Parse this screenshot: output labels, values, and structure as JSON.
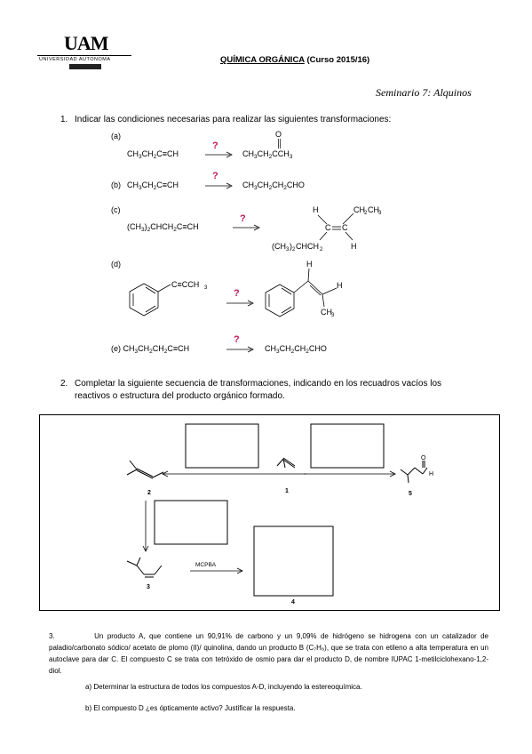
{
  "header": {
    "logo_text": "UAM",
    "logo_subtext": "UNIVERSIDAD AUTONOMA",
    "course_title": "QUÍMICA ORGÁNICA",
    "course_year": "(Curso 2015/16)",
    "seminar": "Seminario 7: Alquinos"
  },
  "question1": {
    "number": "1.",
    "text": "Indicar las condiciones necesarias para realizar las siguientes transformaciones:",
    "question_mark": "?",
    "items": [
      {
        "label": "(a)"
      },
      {
        "label": "(b)"
      },
      {
        "label": "(c)"
      },
      {
        "label": "(d)"
      },
      {
        "label": "(e)"
      }
    ]
  },
  "question2": {
    "number": "2.",
    "text_line1": "Completar la siguiente secuencia de transformaciones, indicando en los recuadros vacíos los",
    "text_line2": "reactivos o estructura del producto orgánico formado.",
    "compound_labels": [
      "1",
      "2",
      "3",
      "4",
      "5"
    ],
    "reagent": "MCPBA",
    "aldehyde_o": "O",
    "aldehyde_h": "H"
  },
  "question3": {
    "number": "3.",
    "text": "Un producto A, que contiene un 90,91% de carbono y un 9,09% de hidrógeno se hidrogena con un catalizador de paladio/carbonato sódico/ acetato de plomo (II)/ quinolina, dando un producto B (C₇H₈), que se trata con etileno a alta temperatura en un autoclave para dar C. El compuesto C se trata con tetróxido de osmio para dar el producto D, de nombre IUPAC 1-metilciclohexano-1,2-diol.",
    "part_a": "a) Determinar la estructura de todos los compuestos A-D, incluyendo la estereoquímica.",
    "part_b": "b) El compuesto D ¿es ópticamente activo? Justificar la respuesta."
  }
}
